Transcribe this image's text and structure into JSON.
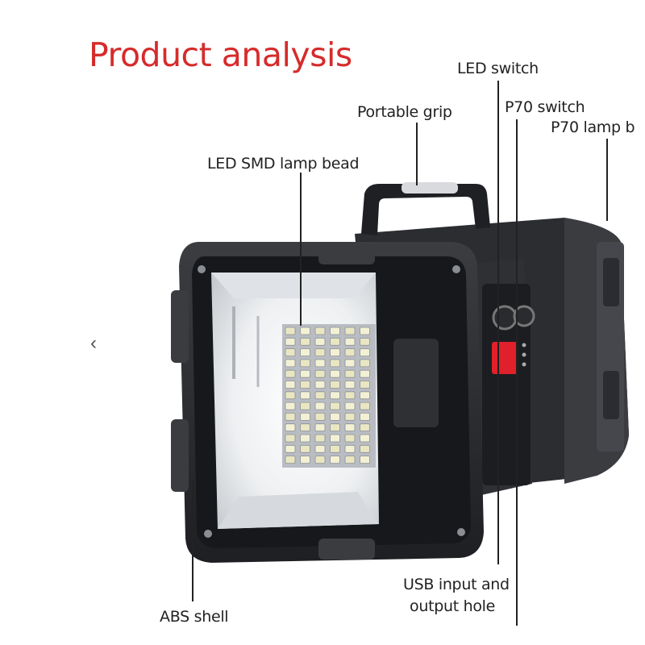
{
  "title": "Product analysis",
  "labels": {
    "led_switch": "LED switch",
    "portable_grip": "Portable grip",
    "p70_switch": "P70 switch",
    "p70_lamp": "P70 lamp b",
    "led_smd": "LED SMD lamp bead",
    "usb_line1": "USB input and",
    "usb_line2": "output hole",
    "abs_shell": "ABS shell"
  },
  "nav": {
    "prev_icon": "chevron-left-icon"
  },
  "colors": {
    "title": "#d62b2b",
    "indicator": "#e0202a"
  }
}
